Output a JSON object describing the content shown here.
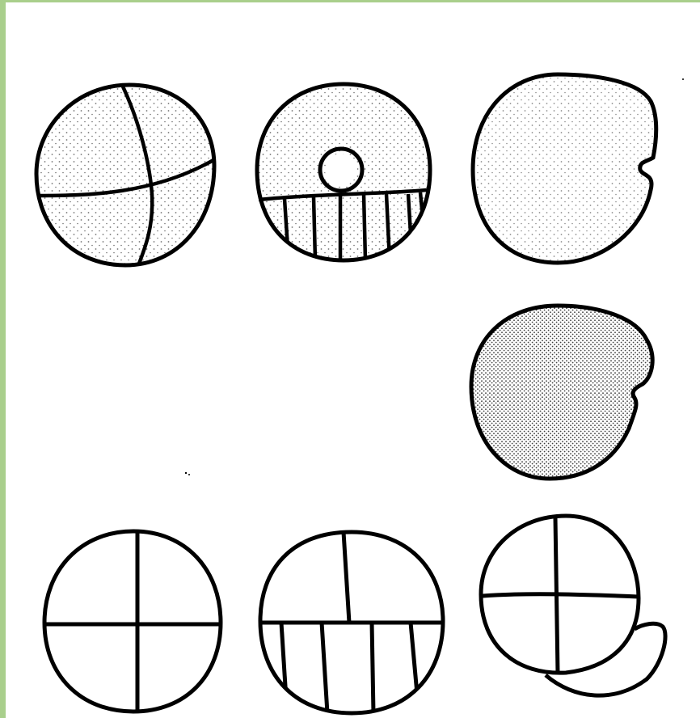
{
  "colors": {
    "frame": "#a9cf8c",
    "ink": "#000000",
    "paper": "#ffffff"
  },
  "figures": [
    {
      "id": "fig-1",
      "shape": "circle",
      "division": "quadrants",
      "shading": "light-stipple"
    },
    {
      "id": "fig-2",
      "shape": "circle",
      "division": "lower-band-striped",
      "shading": "light-stipple",
      "feature": "central-ring"
    },
    {
      "id": "fig-3",
      "shape": "circle-with-notch",
      "division": "none",
      "shading": "light-stipple"
    },
    {
      "id": "fig-4",
      "shape": "circle-with-notch",
      "division": "none",
      "shading": "dense-stipple"
    },
    {
      "id": "fig-5",
      "shape": "circle",
      "division": "quadrants",
      "shading": "none"
    },
    {
      "id": "fig-6",
      "shape": "circle",
      "division": "lower-band-striped",
      "shading": "none"
    },
    {
      "id": "fig-7",
      "shape": "circle-with-flap",
      "division": "quadrants",
      "shading": "none"
    }
  ]
}
